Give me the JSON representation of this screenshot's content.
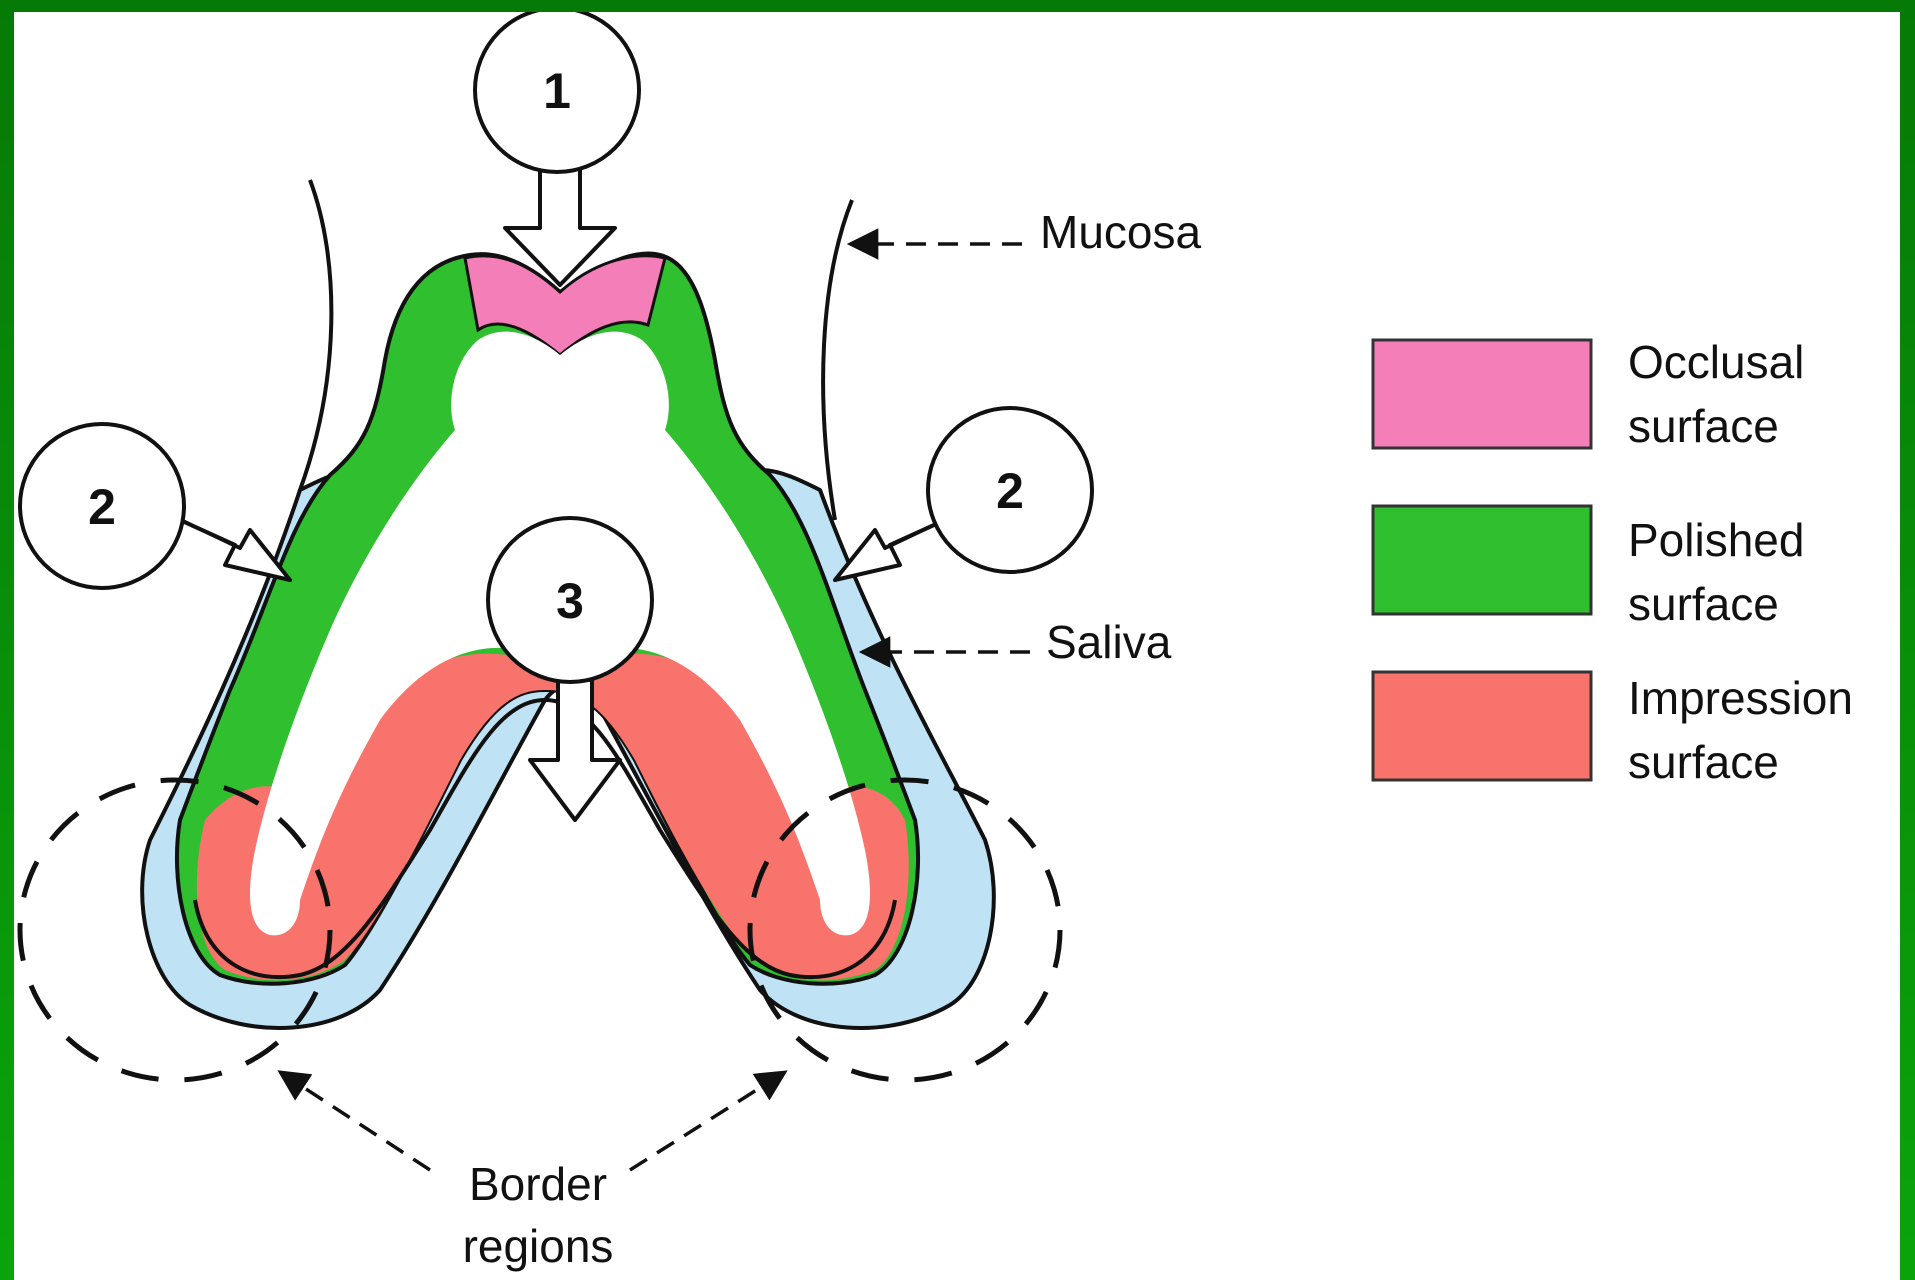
{
  "labels": {
    "mucosa": "Mucosa",
    "saliva": "Saliva",
    "border_line1": "Border",
    "border_line2": "regions"
  },
  "markers": {
    "one": "1",
    "two_left": "2",
    "two_right": "2",
    "three": "3"
  },
  "legend": {
    "items": [
      {
        "line1": "Occlusal",
        "line2": "surface",
        "color": "#f47fb8"
      },
      {
        "line1": "Polished",
        "line2": "surface",
        "color": "#2fbf2f"
      },
      {
        "line1": "Impression",
        "line2": "surface",
        "color": "#f7736b"
      }
    ]
  },
  "colors": {
    "saliva": "#bfe3f5",
    "frame": "#0a9a0a"
  }
}
